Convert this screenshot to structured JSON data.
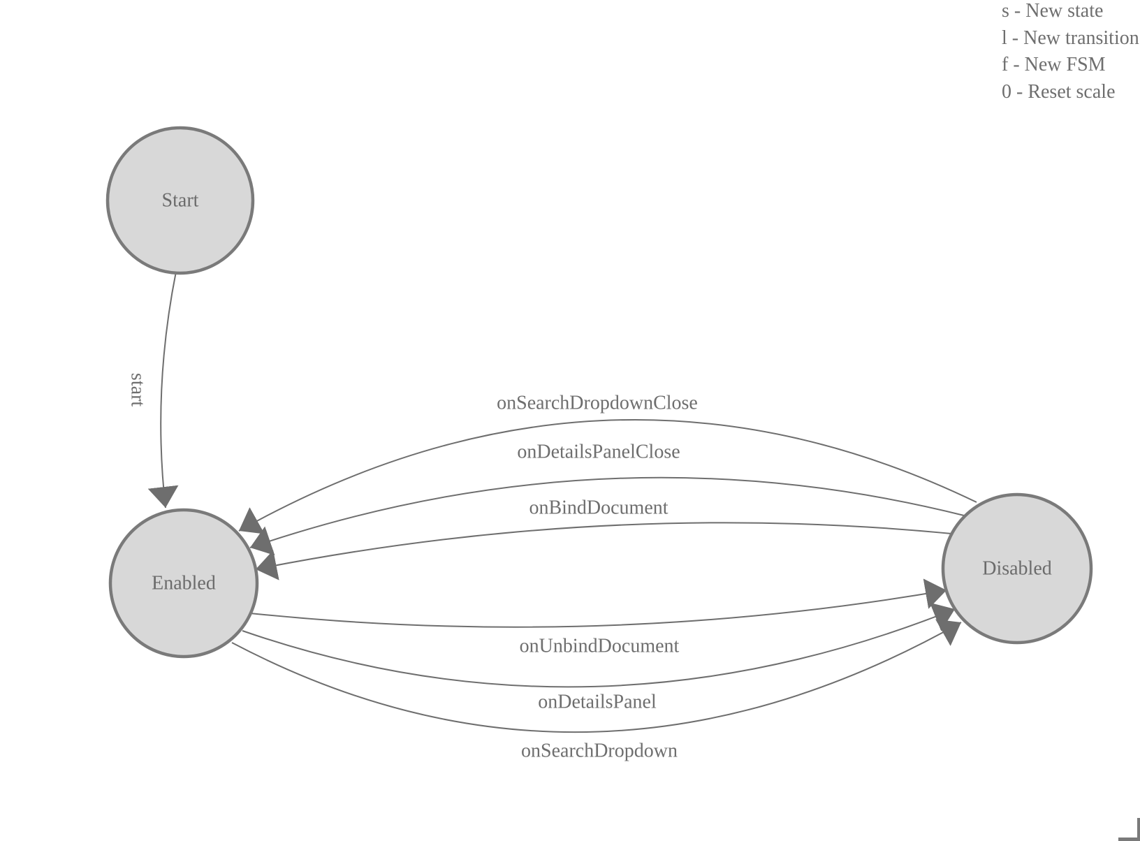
{
  "legend": {
    "items": [
      "s - New state",
      "l - New transition",
      "f - New FSM",
      "0 - Reset scale"
    ]
  },
  "diagram": {
    "states": [
      {
        "id": "start-node",
        "label": "Start"
      },
      {
        "id": "enabled",
        "label": "Enabled"
      },
      {
        "id": "disabled",
        "label": "Disabled"
      }
    ],
    "transitions": [
      {
        "label": "start",
        "from": "Start",
        "to": "Enabled"
      },
      {
        "label": "onSearchDropdownClose",
        "from": "Disabled",
        "to": "Enabled"
      },
      {
        "label": "onDetailsPanelClose",
        "from": "Disabled",
        "to": "Enabled"
      },
      {
        "label": "onBindDocument",
        "from": "Disabled",
        "to": "Enabled"
      },
      {
        "label": "onUnbindDocument",
        "from": "Enabled",
        "to": "Disabled"
      },
      {
        "label": "onDetailsPanel",
        "from": "Enabled",
        "to": "Disabled"
      },
      {
        "label": "onSearchDropdown",
        "from": "Enabled",
        "to": "Disabled"
      }
    ],
    "colors": {
      "node_fill": "#d8d8d8",
      "node_border": "#7a7a7a",
      "edge": "#6e6e6e",
      "label_text": "#6b6b6b"
    }
  }
}
